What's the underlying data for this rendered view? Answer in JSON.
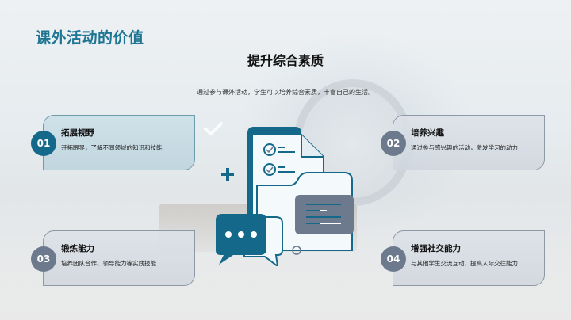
{
  "slide": {
    "title": "课外活动的价值",
    "section_title": "提升综合素质",
    "section_description": "通过参与课外活动，学生可以培养综合素质，丰富自己的生活。"
  },
  "cards": [
    {
      "number": "01",
      "title": "拓展视野",
      "description": "开拓眼界，了解不同领域的知识和技能",
      "accent": "#14698a"
    },
    {
      "number": "02",
      "title": "培养兴趣",
      "description": "通过参与感兴趣的活动，激发学习的动力",
      "accent": "#6d7a8d"
    },
    {
      "number": "03",
      "title": "锻炼能力",
      "description": "培养团队合作、领导能力等实践技能",
      "accent": "#6d7a8d"
    },
    {
      "number": "04",
      "title": "增强社交能力",
      "description": "与其他学生交流互动，提高人际交往能力",
      "accent": "#6d7a8d"
    }
  ],
  "illustration": {
    "icons": [
      "document-checklist-icon",
      "folder-icon",
      "chat-bubble-icon",
      "plus-icon",
      "circle-icon",
      "checkmark-icon"
    ],
    "colors": {
      "primary": "#14698a",
      "secondary": "#6d7a8d",
      "light": "#f4f9fb"
    }
  }
}
